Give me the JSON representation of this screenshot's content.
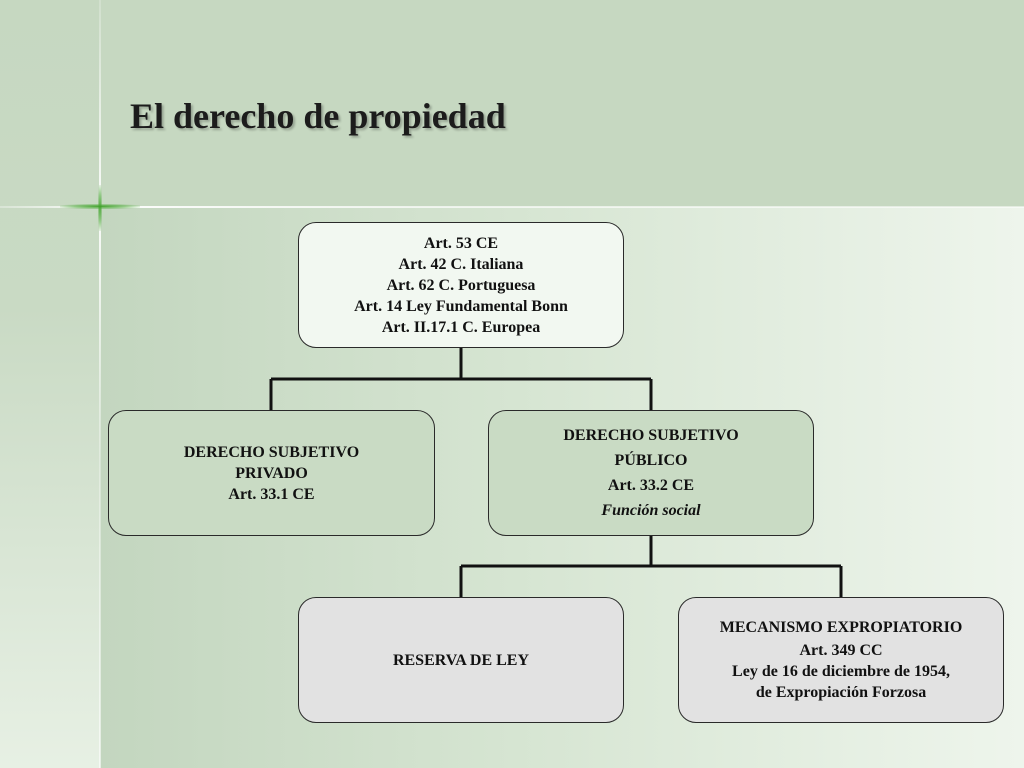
{
  "slide": {
    "title": "El derecho de propiedad"
  },
  "diagram": {
    "top": {
      "lines": [
        "Art. 53 CE",
        "Art. 42 C. Italiana",
        "Art. 62 C. Portuguesa",
        "Art. 14 Ley Fundamental Bonn",
        "Art. II.17.1 C. Europea"
      ]
    },
    "private_right": {
      "lines": [
        "DERECHO SUBJETIVO",
        "PRIVADO",
        "Art. 33.1 CE"
      ]
    },
    "public_right": {
      "lines": [
        "DERECHO SUBJETIVO",
        "PÚBLICO",
        "Art. 33.2 CE"
      ],
      "note": "Función social"
    },
    "reserve": {
      "label": "RESERVA DE LEY"
    },
    "expropriation": {
      "lines": [
        "MECANISMO EXPROPIATORIO",
        "Art. 349 CC",
        "Ley de 16 de diciembre de 1954,",
        "de Expropiación Forzosa"
      ]
    }
  },
  "colors": {
    "background": "#c6d8c1",
    "accent_cross": "#3fa12a",
    "box_light": "#f2f8f1",
    "box_green": "#c9dbc4",
    "box_gray": "#e2e2e2",
    "connector": "#111111"
  }
}
